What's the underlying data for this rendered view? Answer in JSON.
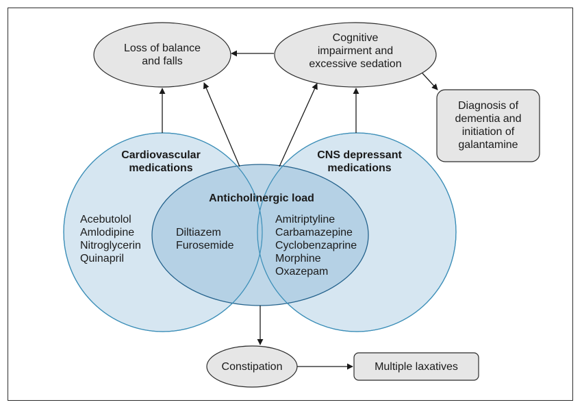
{
  "nodes": {
    "falls": {
      "line1": "Loss of balance",
      "line2": "and falls"
    },
    "cognitive": {
      "line1": "Cognitive",
      "line2": "impairment and",
      "line3": "excessive sedation"
    },
    "dementia": {
      "line1": "Diagnosis of",
      "line2": "dementia and",
      "line3": "initiation of",
      "line4": "galantamine"
    },
    "constipation": {
      "label": "Constipation"
    },
    "laxatives": {
      "label": "Multiple laxatives"
    }
  },
  "sets": {
    "cardiovascular": {
      "title1": "Cardiovascular",
      "title2": "medications",
      "drugs": [
        "Acebutolol",
        "Amlodipine",
        "Nitroglycerin",
        "Quinapril"
      ]
    },
    "cns": {
      "title1": "CNS depressant",
      "title2": "medications",
      "drugs": [
        "Amitriptyline",
        "Carbamazepine",
        "Cyclobenzaprine",
        "Morphine",
        "Oxazepam"
      ]
    },
    "anticholinergic": {
      "title": "Anticholinergic load",
      "drugs": [
        "Diltiazem",
        "Furosemide"
      ]
    }
  },
  "colors": {
    "circle_fill": "#cfe2ef",
    "circle_stroke": "#3d8fb8",
    "center_fill": "#a9c9e0",
    "center_stroke": "#24628c",
    "node_fill": "#e6e6e6",
    "node_stroke": "#2b2b2b"
  }
}
